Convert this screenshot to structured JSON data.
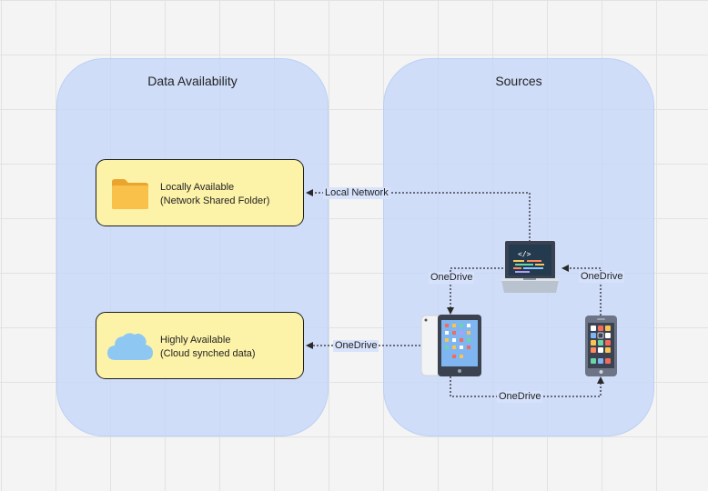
{
  "zones": {
    "data_availability": {
      "title": "Data Availability"
    },
    "sources": {
      "title": "Sources"
    }
  },
  "cards": {
    "local": {
      "line1": "Locally Available",
      "line2": "(Network Shared Folder)",
      "icon": "folder-icon",
      "icon_color": "#f9b93e"
    },
    "cloud": {
      "line1": "Highly Available",
      "line2": "(Cloud synched data)",
      "icon": "cloud-icon",
      "icon_color": "#8ec8f2"
    }
  },
  "edges": {
    "local_network": "Local Network",
    "onedrive_cloud": "OneDrive",
    "onedrive_laptop_tablet": "OneDrive",
    "onedrive_phone_laptop": "OneDrive",
    "onedrive_tablet_phone": "OneDrive"
  },
  "devices": {
    "laptop": "laptop-icon",
    "tablet": "tablet-icon",
    "phone": "phone-icon"
  },
  "colors": {
    "zone_fill": "#c4d6fa",
    "card_fill": "#fdf3a8",
    "card_border": "#1e1e1e",
    "connector": "#2a2a2a"
  }
}
